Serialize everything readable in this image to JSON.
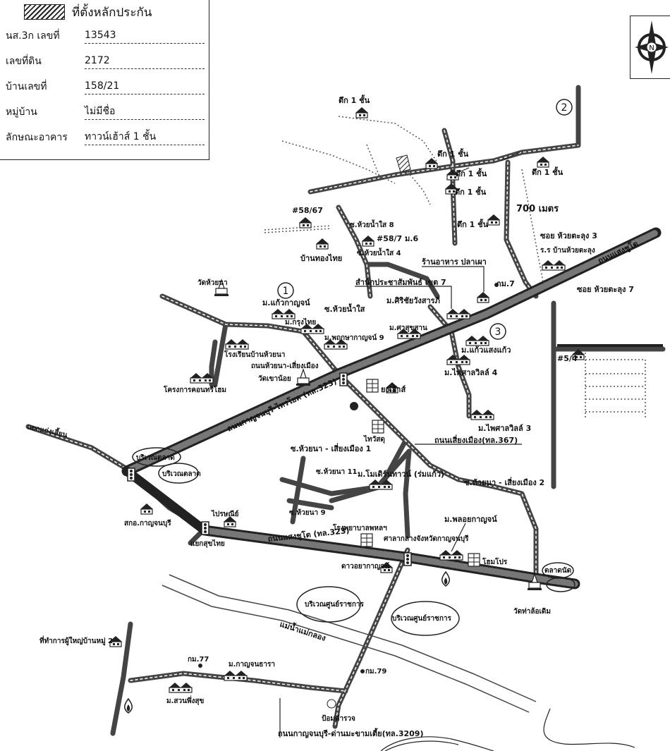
{
  "legend": {
    "label": "ที่ตั้งหลักประกัน"
  },
  "info": [
    {
      "key": "นส.3ก เลขที่",
      "value": "13543"
    },
    {
      "key": "เลขที่ดิน",
      "value": "2172"
    },
    {
      "key": "บ้านเลขที่",
      "value": "158/21"
    },
    {
      "key": "หมู่บ้าน",
      "value": "ไม่มีชื่อ"
    },
    {
      "key": "ลักษณะอาคาร",
      "value": "ทาวน์เฮ้าส์ 1 ชั้น"
    }
  ],
  "compass": {
    "label": "N",
    "icon": "north-arrow-icon"
  },
  "markers": {
    "m1": "1",
    "m2": "2",
    "m3": "3"
  },
  "distance": "700 เมตร",
  "labels": {
    "tuek1_top": "ตึก 1 ชั้น",
    "tuek1_a": "ตึก 1 ชั้น",
    "tuek1_b": "ตึก 1 ชั้น",
    "tuek1_c": "ตึก 1 ชั้น",
    "tuek1_d": "ตึก 1 ชั้น",
    "tuek1_e": "ตึก 1 ชั้น",
    "no58_67": "#58/67",
    "soi_huaynamsai8": "ซ.ห้วยน้ำใส 8",
    "no58_7": "#58/7 ม.6",
    "soi_huaynamsai4": "ซ.ห้วยน้ำใส 4",
    "ban_thongthai": "บ้านทองไทย",
    "soi_huaydalung3": "ซอย ห้วยตะลุง 3",
    "rr_ban_huaydalung": "ร.ร บ้านห้วยตะลุง",
    "restaurant": "ร้านอาหาร ปลาเผา",
    "km7": "กม.7",
    "soi_huaydalung7": "ซอย ห้วยตะลุง 7",
    "highway_ne": "ถนนแสงชูโต",
    "office_zone7": "สำนักประชาสัมพันธ์ เขต 7",
    "wat_huayna": "วัดห้วยนา",
    "m_kaewkarn": "ม.แก้วกาญจน์",
    "soi_huaynamsai": "ซ.ห้วยน้ำใส",
    "m_sirichaiwang": "ม.ศิริชัยวังสารภี",
    "m_krungthai": "ม.กรุงไทย",
    "m_phrueksa9": "ม.พฤกษากาญจน์ 9",
    "m_kaewsaengkaew": "ม.แก้วแสงแก้ว",
    "m_sukhsan": "ม.ศาสุขสาน",
    "school": "โรงเรียนบ้านห้วยนา",
    "rd_huayna": "ถนนห้วยนา-เสี่ยงเมือง",
    "wat_khao": "วัดเขาน้อย",
    "no5_4": "#5/4",
    "project": "โครงการคอนทรีโฮม",
    "m_phaisan4": "ม.ไพศาลวิลล์ 4",
    "homehouse": "ยงเฮ้าส์",
    "highway_main": "ถนนกาญจนบุรี-ไทรโยค (ทล.323)",
    "thaiwatsadu": "ไทวัสดุ",
    "m_phaisan3": "ม.ไพศาลวิลล์ 3",
    "yak_phrathaen": "แยกแก่งเสี้ยน",
    "market1": "บริเวณตลาด",
    "market2": "บริเวณตลาด",
    "soi_huayna_sieng1": "ซ.ห้วยนา - เสี่ยงเมือง 1",
    "rd_siengmueang": "ถนนเสี่ยงเมือง(ทล.367)",
    "soi_huayna11": "ซ.ห้วยนา 11",
    "m_modern": "ม.โมเดิร์นทาวน์ (ร่มแก้ว)",
    "soi_huayna_sieng2": "ซ.ห้วยนา - เสี่ยงเมือง 2",
    "soi_huayna9": "ซ.ห้วยนา 9",
    "post_office": "ไปรษณีย์",
    "sakor": "สกอ.กาญจนบุรี",
    "yak_sukhothai": "แยกสุขไทย",
    "hospital": "โรงพยาบาลพหลฯ",
    "court": "ศาลากลางจังหวัดกาญจนบุรี",
    "m_ponlai": "ม.พลอยกาญจน์",
    "highway_bottom": "ถนนแสงชูโต (ทล.323)",
    "home_pro": "โฮมโปร",
    "dowcharts": "ดาวอยากาญจน์",
    "kaset": "ตลาดนัด",
    "wat_tha": "วัดท่าล้อเดิม",
    "center1": "บริเวณศูนย์ราชการ",
    "center2": "บริเวณศูนย์ราชการ",
    "river": "แม่น้ำแม่กลอง",
    "village_head": "ที่ทำการผู้ใหญ่บ้านหมู่ 2",
    "km77": "กม.77",
    "m_kanchanara": "ม.กาญจนธารา",
    "km79": "กม.79",
    "m_suanphueng": "ม.สวนพึ่งสุข",
    "buoy": "ป้อมตำรวจ",
    "rd_bottom": "ถนนกาญจนบุรี-ด่านมะขามเตี้ย(ทล.3209)"
  }
}
